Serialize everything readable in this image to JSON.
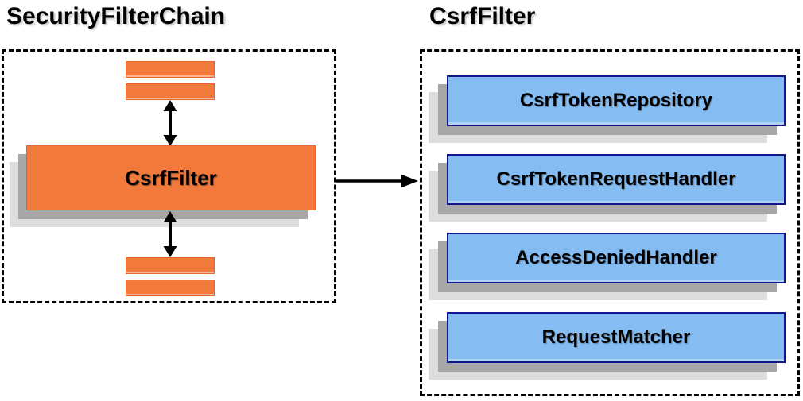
{
  "diagram": {
    "left_panel": {
      "title": "SecurityFilterChain",
      "csrf_filter_label": "CsrfFilter"
    },
    "right_panel": {
      "title": "CsrfFilter",
      "components": [
        "CsrfTokenRepository",
        "CsrfTokenRequestHandler",
        "AccessDeniedHandler",
        "RequestMatcher"
      ]
    },
    "colors": {
      "orange_fill": "#F0793B",
      "orange_border": "#E2672B",
      "blue_fill": "#85BDF2",
      "blue_border": "#14148C",
      "shadow_dark": "#A7A7A7",
      "shadow_light": "#DDDDDD",
      "line_black": "#000000"
    }
  }
}
